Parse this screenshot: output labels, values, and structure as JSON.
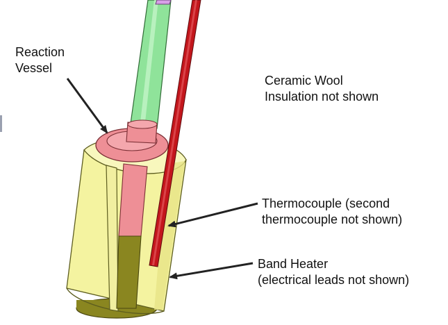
{
  "labels": {
    "reaction_vessel": [
      "Reaction",
      "Vessel"
    ],
    "ceramic_wool": [
      "Ceramic Wool",
      "Insulation not shown"
    ],
    "thermocouple": [
      "Thermocouple (second",
      "thermocouple not shown)"
    ],
    "band_heater": [
      "Band Heater",
      "(electrical leads not shown)"
    ]
  },
  "colors": {
    "tube_green": "#8fe39a",
    "vessel_pink": "#ee8f96",
    "heater_yellow": "#f4f3a0",
    "thermocouple_red": "#c3161c",
    "vessel_bottom_olive": "#8a8620",
    "arrow": "#222222"
  }
}
